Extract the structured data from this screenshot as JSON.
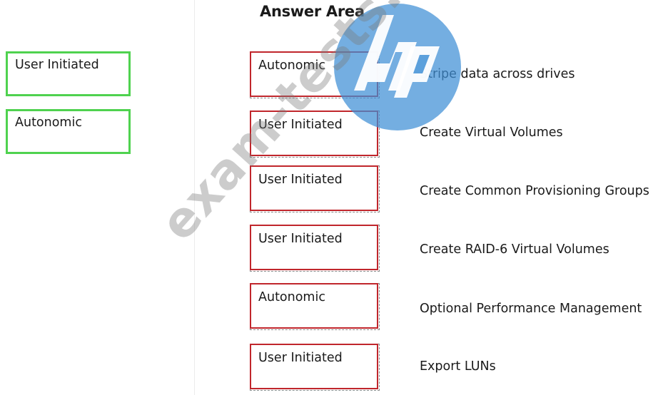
{
  "title": "Answer Area",
  "options": [
    {
      "label": "User Initiated"
    },
    {
      "label": "Autonomic"
    }
  ],
  "rows": [
    {
      "answer": "Autonomic",
      "task": "Stripe data across drives"
    },
    {
      "answer": "User Initiated",
      "task": "Create Virtual Volumes"
    },
    {
      "answer": "User Initiated",
      "task": "Create Common Provisioning Groups"
    },
    {
      "answer": "User Initiated",
      "task": "Create RAID-6 Virtual Volumes"
    },
    {
      "answer": "Autonomic",
      "task": "Optional Performance Management"
    },
    {
      "answer": "User Initiated",
      "task": "Export LUNs"
    }
  ],
  "watermark": {
    "logo_text": "hp",
    "text": "exam-tests.com"
  },
  "colors": {
    "source_border": "#4fd24f",
    "answer_border": "#c0262c",
    "logo": "#3f8fd6"
  }
}
